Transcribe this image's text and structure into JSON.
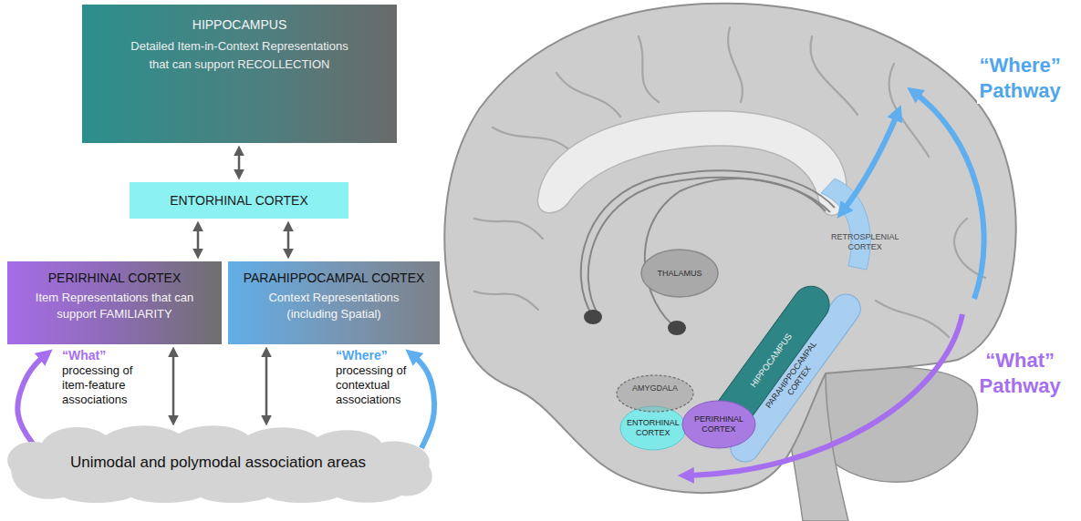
{
  "diagram": {
    "nodes": [
      {
        "text": [
          "HIPPOCAMPUS",
          "Detailed Item-in-Context Representations that can support RECOLLECTION"
        ]
      },
      {
        "text": [
          "ENTORHINAL CORTEX"
        ]
      },
      {
        "text": [
          "PERIRHINAL CORTEX",
          "Item Representations that can support FAMILIARITY"
        ]
      },
      {
        "text": [
          "PARAHIPPOCAMPAL CORTEX",
          "Context Representations (including Spatial)"
        ]
      },
      {
        "text": [
          "Unimodal and polymodal association areas"
        ]
      }
    ],
    "edges": [
      {
        "from": 0,
        "to": 1,
        "arrow": "both"
      },
      {
        "from": 1,
        "to": 2,
        "arrow": "both"
      },
      {
        "from": 1,
        "to": 3,
        "arrow": "both"
      },
      {
        "from": 2,
        "to": 4,
        "arrow": "both"
      },
      {
        "from": 3,
        "to": 4,
        "arrow": "both"
      },
      {
        "from": 4,
        "to": 2,
        "arrow": "to"
      },
      {
        "from": 4,
        "to": 3,
        "arrow": "to"
      }
    ],
    "labels": [
      "“What”",
      "processing of item-feature associations",
      "“Where”",
      "processing of contextual associations",
      "THALAMUS",
      "RETROSPLENIAL CORTEX",
      "AMYGDALA",
      "ENTORHINAL CORTEX",
      "HIPPOCAMPUS",
      "PARAHIPPOCAMPAL CORTEX",
      "PERIRHINAL CORTEX",
      "“Where” Pathway",
      "“What” Pathway"
    ]
  }
}
